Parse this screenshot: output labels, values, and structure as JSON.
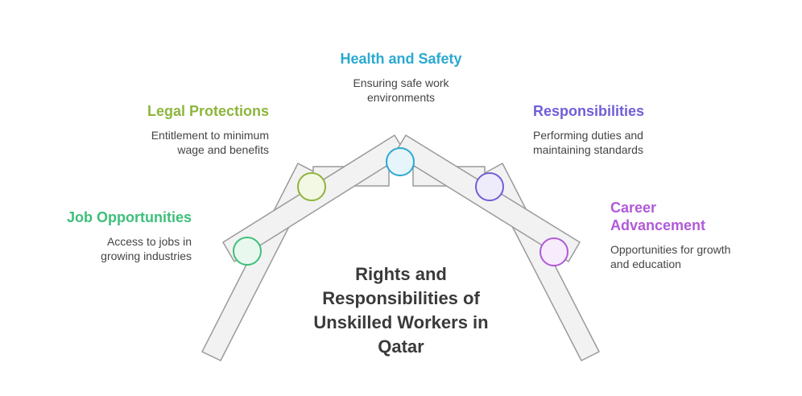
{
  "title": "Rights and Responsibilities of Unskilled Workers in Qatar",
  "items": [
    {
      "title": "Job Opportunities",
      "desc": "Access to jobs in growing industries",
      "color": "#3dbf7a"
    },
    {
      "title": "Legal Protections",
      "desc": "Entitlement to minimum wage and benefits",
      "color": "#8db53c"
    },
    {
      "title": "Health and Safety",
      "desc": "Ensuring safe work environments",
      "color": "#2aa9d2"
    },
    {
      "title": "Responsibilities",
      "desc": "Performing duties and maintaining standards",
      "color": "#6f5fd6"
    },
    {
      "title": "Career Advancement",
      "desc": "Opportunities for growth and education",
      "color": "#b05ad8"
    }
  ],
  "structure_fill": "#f2f2f2",
  "structure_stroke": "#9a9a9a"
}
